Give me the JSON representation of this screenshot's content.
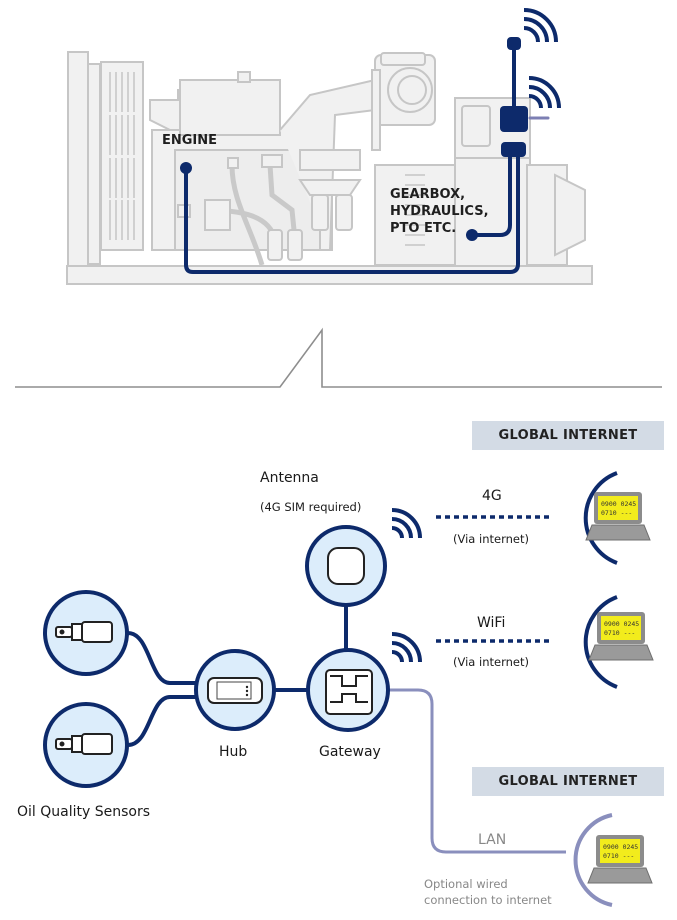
{
  "machine": {
    "engine_label": "ENGINE",
    "gearbox_label_lines": [
      "GEARBOX,",
      "HYDRAULICS,",
      "PTO ETC."
    ]
  },
  "network": {
    "banner_top": "GLOBAL INTERNET",
    "banner_bottom": "GLOBAL INTERNET",
    "antenna_label": "Antenna",
    "antenna_sublabel": "(4G SIM required)",
    "link_4g": {
      "label": "4G",
      "sublabel": "(Via internet)"
    },
    "link_wifi": {
      "label": "WiFi",
      "sublabel": "(Via internet)"
    },
    "link_lan": {
      "label": "LAN",
      "note_lines": [
        "Optional wired",
        "connection to internet"
      ]
    },
    "hub_label": "Hub",
    "gateway_label": "Gateway",
    "sensors_label": "Oil Quality Sensors",
    "laptop_screen": {
      "line1": "0900  0245",
      "line2": "0710  ---"
    }
  },
  "colors": {
    "navy": "#0d2a6b",
    "lan": "#8a8fbd",
    "node_fill": "#dcedfb",
    "outline_grey": "#c8c8c8",
    "banner_bg": "#d3dbe5",
    "screen_yellow": "#f2ec1c"
  }
}
